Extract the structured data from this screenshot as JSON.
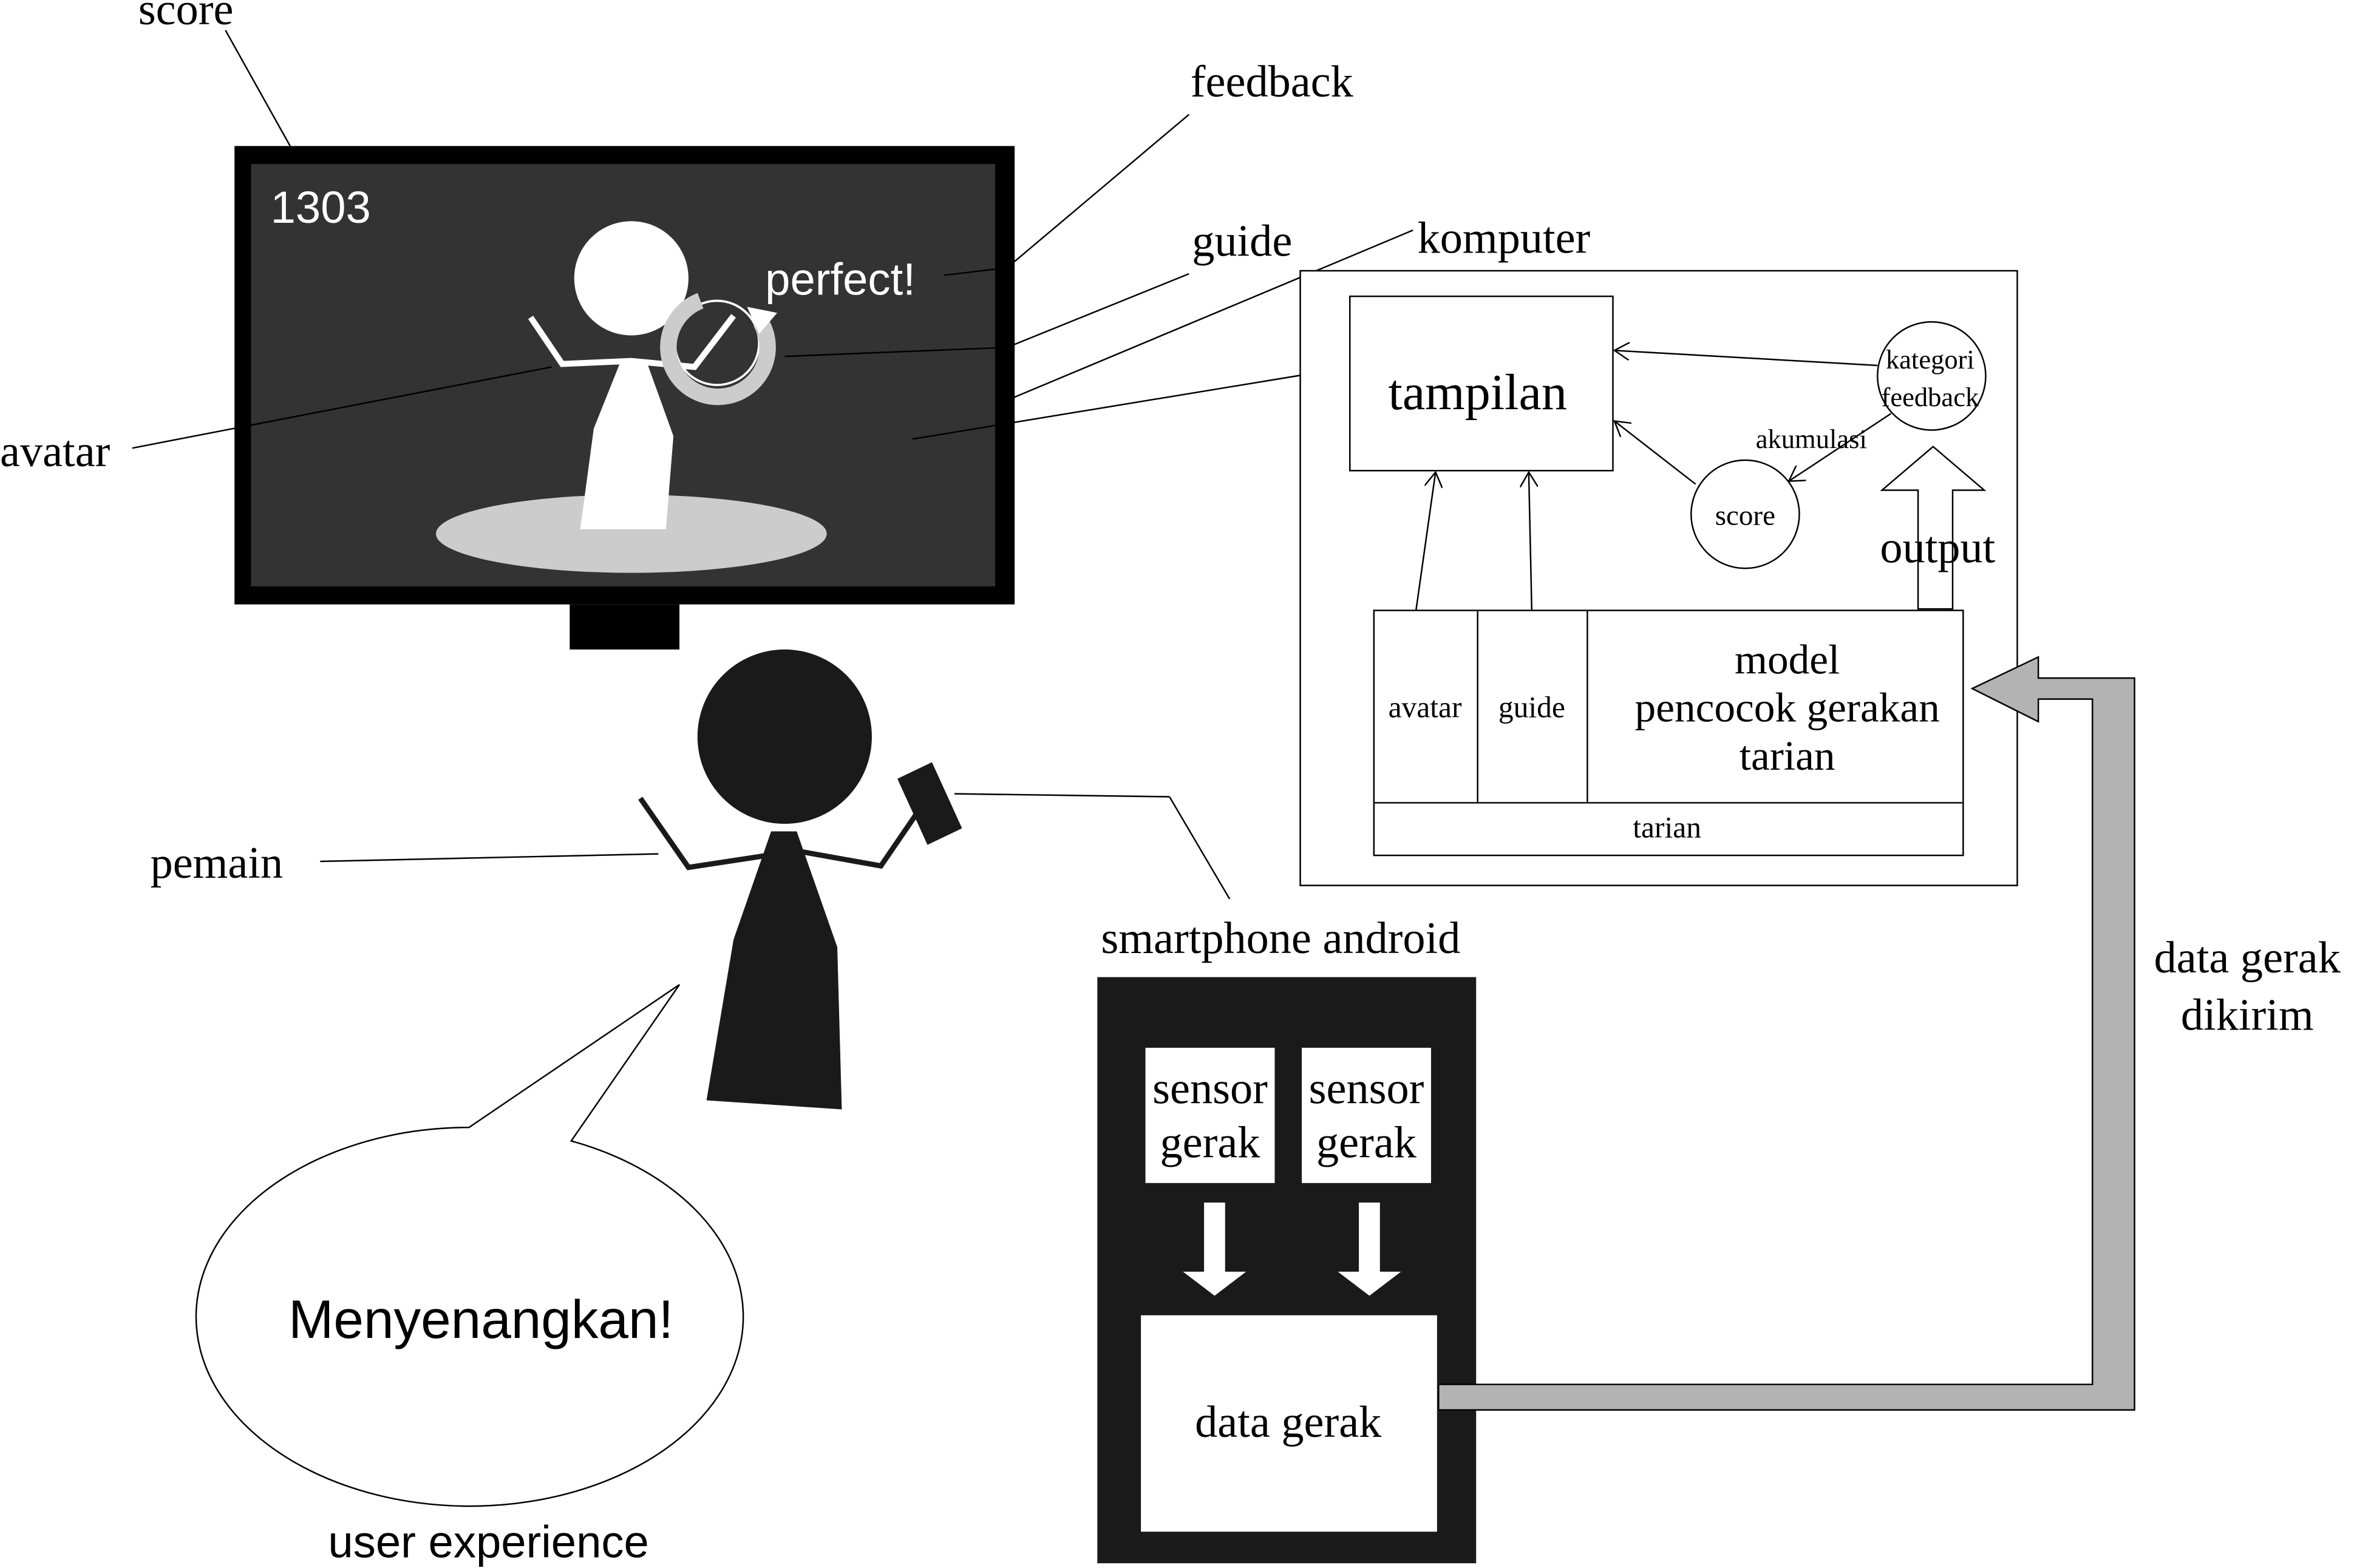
{
  "monitor": {
    "score_value": "1303",
    "feedback_text": "perfect!"
  },
  "labels": {
    "score": "score",
    "feedback": "feedback",
    "guide": "guide",
    "komputer": "komputer",
    "avatar": "avatar",
    "pemain": "pemain",
    "smartphone": "smartphone android",
    "user_experience": "user experience",
    "data_gerak_dikirim_1": "data gerak",
    "data_gerak_dikirim_2": "dikirim"
  },
  "speech_bubble": {
    "text": "Menyenangkan!"
  },
  "computer": {
    "tampilan": "tampilan",
    "kategori_feedback_1": "kategori",
    "kategori_feedback_2": "feedback",
    "akumulasi": "akumulasi",
    "score": "score",
    "output": "output",
    "avatar": "avatar",
    "guide": "guide",
    "model_1": "model",
    "model_2": "pencocok gerakan",
    "model_3": "tarian",
    "tarian": "tarian"
  },
  "phone": {
    "sensor_1_line1": "sensor",
    "sensor_1_line2": "gerak",
    "sensor_2_line1": "sensor",
    "sensor_2_line2": "gerak",
    "data_gerak": "data gerak"
  },
  "colors": {
    "screen_bg": "#333333",
    "black": "#000000",
    "figure": "#1a1a1a",
    "platform": "#cccccc",
    "gray_arrow": "#b3b3b3",
    "white": "#ffffff"
  }
}
